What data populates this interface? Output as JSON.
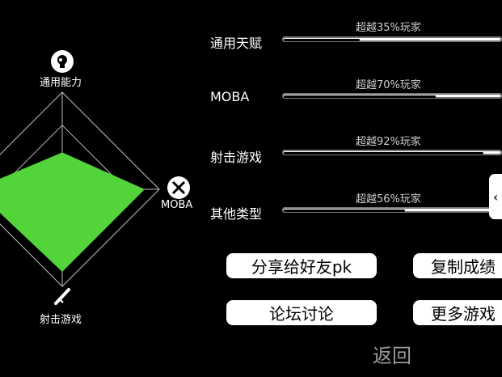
{
  "radar": {
    "axes": [
      {
        "label": "通用能力",
        "icon": "head-gear-icon",
        "value": 0.38
      },
      {
        "label": "MOBA",
        "icon": "crossed-swords-icon",
        "value": 0.85
      },
      {
        "label": "射击游戏",
        "icon": "rifle-icon",
        "value": 0.85
      },
      {
        "label": "",
        "icon": "",
        "value": 0.9
      }
    ],
    "fill_color": "#52d43a",
    "grid_color": "#bdbdbd"
  },
  "stats": [
    {
      "label": "通用天赋",
      "pct_text": "超越35%玩家",
      "value": 0.35
    },
    {
      "label": "MOBA",
      "pct_text": "超越70%玩家",
      "value": 0.7
    },
    {
      "label": "射击游戏",
      "pct_text": "超越92%玩家",
      "value": 0.92
    },
    {
      "label": "其他类型",
      "pct_text": "超越56%玩家",
      "value": 0.56
    }
  ],
  "buttons": {
    "share": "分享给好友pk",
    "copy": "复制成绩",
    "forum": "论坛讨论",
    "more": "更多游戏"
  },
  "back_label": "返回",
  "side_tab_icon": "chevron-left-icon"
}
